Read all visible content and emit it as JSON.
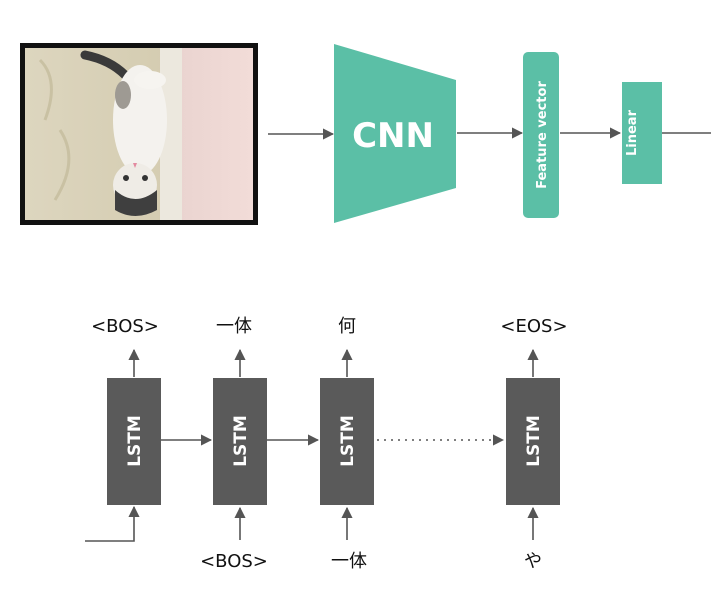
{
  "colors": {
    "accent": "#5bbfa6",
    "lstm": "#5a5a5a",
    "arrow": "#555555"
  },
  "encoder": {
    "cnn_label": "CNN",
    "feature_label": "Feature vector",
    "linear_label": "Linear"
  },
  "decoder": {
    "cell_label": "LSTM",
    "outputs": [
      "<BOS>",
      "一体",
      "何",
      "<EOS>"
    ],
    "inputs": [
      "<BOS>",
      "一体",
      "や"
    ]
  }
}
